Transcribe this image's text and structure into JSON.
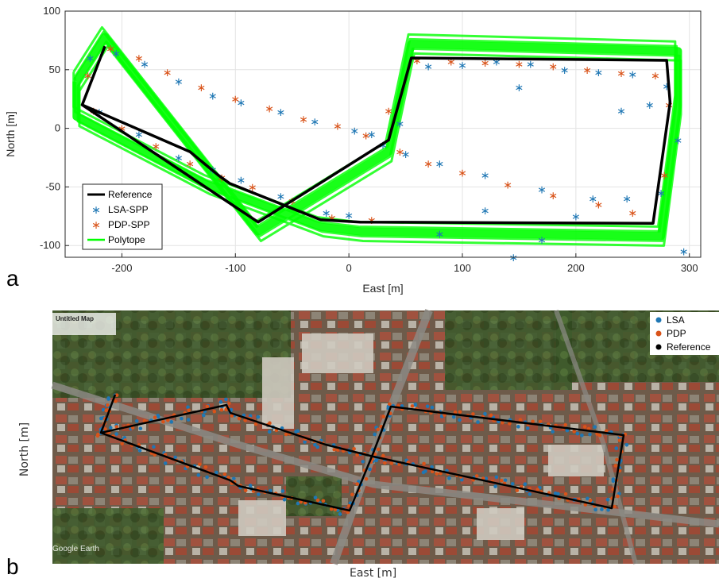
{
  "panels": {
    "a": {
      "label": "a"
    },
    "b": {
      "label": "b"
    }
  },
  "chart_data": [
    {
      "type": "scatter",
      "panel": "a",
      "xlabel": "East [m]",
      "ylabel": "North [m]",
      "xlim": [
        -250,
        310
      ],
      "ylim": [
        -110,
        100
      ],
      "xticks": [
        -200,
        -100,
        0,
        100,
        200,
        300
      ],
      "yticks": [
        -100,
        -50,
        0,
        50,
        100
      ],
      "grid": true,
      "legend_position": "bottom-left",
      "colors": {
        "reference": "#000000",
        "lsa": "#1f77b4",
        "pdp": "#d95319",
        "polytope": "#00ff00"
      },
      "series": [
        {
          "name": "Reference",
          "style": "line",
          "x": [
            -215,
            -235,
            -80,
            35,
            55,
            280,
            283,
            268,
            10,
            -25,
            -105,
            -115,
            -140,
            -235,
            -215
          ],
          "y": [
            70,
            20,
            -80,
            -10,
            60,
            58,
            22,
            -81,
            -80,
            -78,
            -47,
            -40,
            -20,
            20,
            70
          ]
        },
        {
          "name": "LSA-SPP",
          "style": "marker",
          "x": [
            -228,
            -205,
            -180,
            -150,
            -120,
            -95,
            -60,
            -30,
            5,
            20,
            45,
            70,
            100,
            130,
            160,
            190,
            220,
            250,
            280,
            290,
            275,
            245,
            215,
            170,
            120,
            80,
            50,
            30,
            0,
            -20,
            -60,
            -95,
            -120,
            -150,
            -185,
            -220,
            150,
            240,
            265,
            80,
            295,
            200,
            120,
            145,
            170
          ],
          "y": [
            60,
            64,
            55,
            40,
            28,
            22,
            14,
            6,
            -2,
            -5,
            4,
            53,
            54,
            57,
            55,
            50,
            48,
            46,
            36,
            -10,
            -55,
            -60,
            -60,
            -52,
            -40,
            -30,
            -22,
            -14,
            -74,
            -72,
            -58,
            -44,
            -35,
            -25,
            -5,
            14,
            35,
            15,
            20,
            -90,
            -105,
            -75,
            -70,
            -110,
            -95
          ]
        },
        {
          "name": "PDP-SPP",
          "style": "marker",
          "x": [
            -230,
            -210,
            -185,
            -160,
            -130,
            -100,
            -70,
            -40,
            -10,
            15,
            35,
            60,
            90,
            120,
            150,
            180,
            210,
            240,
            270,
            282,
            278,
            250,
            220,
            180,
            140,
            100,
            70,
            45,
            20,
            -15,
            -50,
            -85,
            -112,
            -140,
            -170,
            -200,
            -225
          ],
          "y": [
            45,
            68,
            60,
            48,
            35,
            25,
            17,
            8,
            2,
            -6,
            15,
            58,
            57,
            56,
            55,
            53,
            50,
            47,
            45,
            20,
            -40,
            -72,
            -65,
            -57,
            -48,
            -38,
            -30,
            -20,
            -78,
            -76,
            -62,
            -50,
            -42,
            -30,
            -15,
            0,
            15
          ]
        },
        {
          "name": "Polytope",
          "style": "line",
          "x": [
            -240,
            -215,
            -80,
            35,
            55,
            290,
            290,
            275,
            10,
            -25,
            -105,
            -125,
            -240,
            -240
          ],
          "y": [
            40,
            78,
            -88,
            -20,
            72,
            66,
            20,
            -92,
            -88,
            -84,
            -55,
            -48,
            10,
            40
          ]
        }
      ]
    },
    {
      "type": "scatter",
      "panel": "b",
      "xlabel": "East [m]",
      "ylabel": "North [m]",
      "background": "satellite-map",
      "map_title": "Untitled Map",
      "map_watermark": "Google Earth",
      "legend_position": "top-right",
      "colors": {
        "lsa": "#1f77b4",
        "pdp": "#d95319",
        "reference": "#000000"
      },
      "series": [
        {
          "name": "LSA"
        },
        {
          "name": "PDP"
        },
        {
          "name": "Reference"
        }
      ]
    }
  ]
}
